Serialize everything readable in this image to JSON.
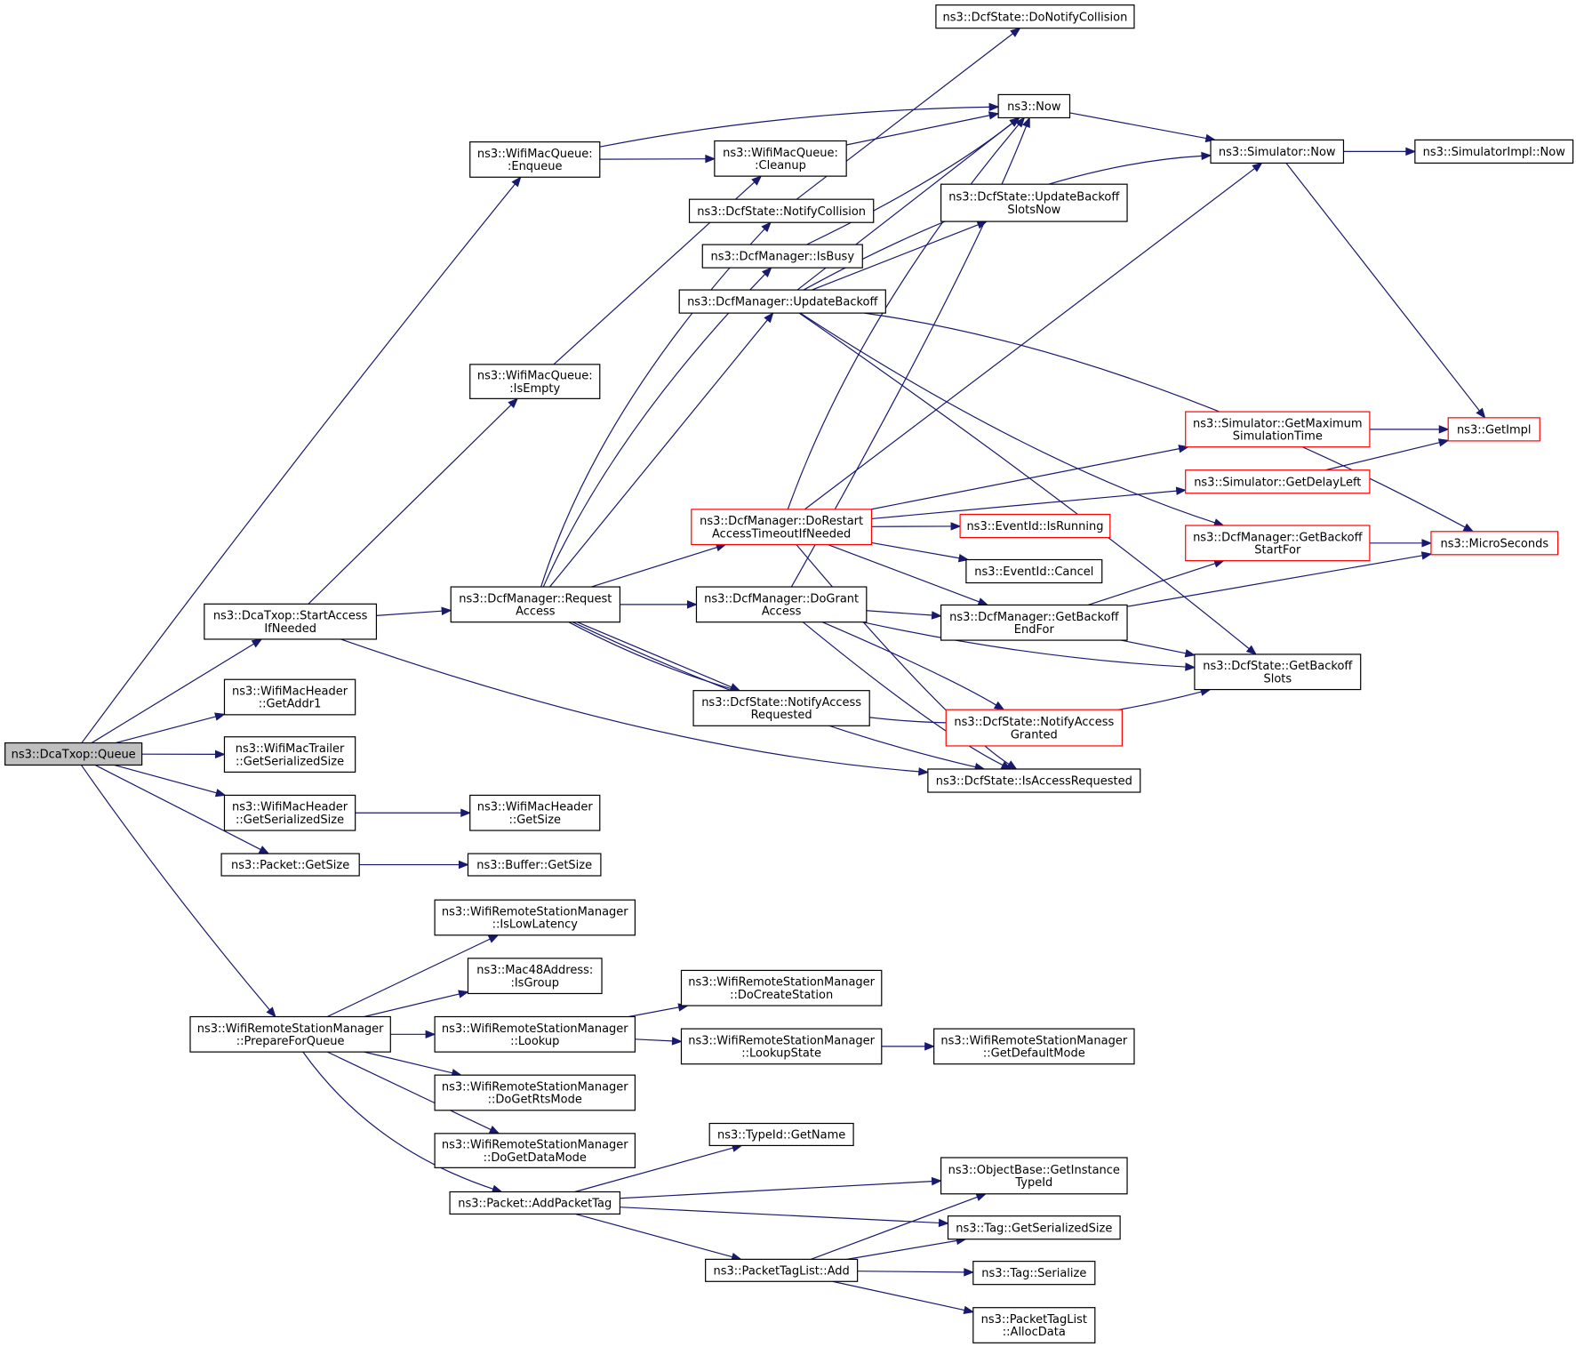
{
  "nodes": [
    {
      "id": "queue",
      "lines": [
        "ns3::DcaTxop::Queue"
      ],
      "style": "root"
    },
    {
      "id": "wmq_enqueue",
      "lines": [
        "ns3::WifiMacQueue:",
        ":Enqueue"
      ]
    },
    {
      "id": "wmq_isempty",
      "lines": [
        "ns3::WifiMacQueue:",
        ":IsEmpty"
      ]
    },
    {
      "id": "start_access",
      "lines": [
        "ns3::DcaTxop::StartAccess",
        "IfNeeded"
      ]
    },
    {
      "id": "getaddr1",
      "lines": [
        "ns3::WifiMacHeader",
        "::GetAddr1"
      ]
    },
    {
      "id": "trailer_size",
      "lines": [
        "ns3::WifiMacTrailer",
        "::GetSerializedSize"
      ]
    },
    {
      "id": "header_size",
      "lines": [
        "ns3::WifiMacHeader",
        "::GetSerializedSize"
      ]
    },
    {
      "id": "packet_getsize",
      "lines": [
        "ns3::Packet::GetSize"
      ]
    },
    {
      "id": "prepare_queue",
      "lines": [
        "ns3::WifiRemoteStationManager",
        "::PrepareForQueue"
      ]
    },
    {
      "id": "wmq_cleanup",
      "lines": [
        "ns3::WifiMacQueue:",
        ":Cleanup"
      ]
    },
    {
      "id": "notify_collision",
      "lines": [
        "ns3::DcfState::NotifyCollision"
      ]
    },
    {
      "id": "is_busy",
      "lines": [
        "ns3::DcfManager::IsBusy"
      ]
    },
    {
      "id": "update_backoff",
      "lines": [
        "ns3::DcfManager::UpdateBackoff"
      ]
    },
    {
      "id": "request_access",
      "lines": [
        "ns3::DcfManager::Request",
        "Access"
      ]
    },
    {
      "id": "do_restart",
      "lines": [
        "ns3::DcfManager::DoRestart",
        "AccessTimeoutIfNeeded"
      ],
      "style": "trunc"
    },
    {
      "id": "do_grant",
      "lines": [
        "ns3::DcfManager::DoGrant",
        "Access"
      ]
    },
    {
      "id": "notify_access_req",
      "lines": [
        "ns3::DcfState::NotifyAccess",
        "Requested"
      ]
    },
    {
      "id": "header_getsize",
      "lines": [
        "ns3::WifiMacHeader",
        "::GetSize"
      ]
    },
    {
      "id": "buffer_getsize",
      "lines": [
        "ns3::Buffer::GetSize"
      ]
    },
    {
      "id": "is_low_latency",
      "lines": [
        "ns3::WifiRemoteStationManager",
        "::IsLowLatency"
      ]
    },
    {
      "id": "is_group",
      "lines": [
        "ns3::Mac48Address:",
        ":IsGroup"
      ]
    },
    {
      "id": "lookup",
      "lines": [
        "ns3::WifiRemoteStationManager",
        "::Lookup"
      ]
    },
    {
      "id": "do_get_rts",
      "lines": [
        "ns3::WifiRemoteStationManager",
        "::DoGetRtsMode"
      ]
    },
    {
      "id": "do_get_data",
      "lines": [
        "ns3::WifiRemoteStationManager",
        "::DoGetDataMode"
      ]
    },
    {
      "id": "add_packet_tag",
      "lines": [
        "ns3::Packet::AddPacketTag"
      ]
    },
    {
      "id": "do_create_station",
      "lines": [
        "ns3::WifiRemoteStationManager",
        "::DoCreateStation"
      ]
    },
    {
      "id": "lookup_state",
      "lines": [
        "ns3::WifiRemoteStationManager",
        "::LookupState"
      ]
    },
    {
      "id": "typeid_getname",
      "lines": [
        "ns3::TypeId::GetName"
      ]
    },
    {
      "id": "packettaglist_add",
      "lines": [
        "ns3::PacketTagList::Add"
      ]
    },
    {
      "id": "do_notify_collision",
      "lines": [
        "ns3::DcfState::DoNotifyCollision"
      ]
    },
    {
      "id": "ns3_now",
      "lines": [
        "ns3::Now"
      ]
    },
    {
      "id": "update_backoff_slots",
      "lines": [
        "ns3::DcfState::UpdateBackoff",
        "SlotsNow"
      ]
    },
    {
      "id": "eventid_isrunning",
      "lines": [
        "ns3::EventId::IsRunning"
      ],
      "style": "trunc"
    },
    {
      "id": "eventid_cancel",
      "lines": [
        "ns3::EventId::Cancel"
      ]
    },
    {
      "id": "get_backoff_endfor",
      "lines": [
        "ns3::DcfManager::GetBackoff",
        "EndFor"
      ]
    },
    {
      "id": "notify_access_granted",
      "lines": [
        "ns3::DcfState::NotifyAccess",
        "Granted"
      ],
      "style": "trunc"
    },
    {
      "id": "is_access_requested",
      "lines": [
        "ns3::DcfState::IsAccessRequested"
      ]
    },
    {
      "id": "get_default_mode",
      "lines": [
        "ns3::WifiRemoteStationManager",
        "::GetDefaultMode"
      ]
    },
    {
      "id": "get_instance_typeid",
      "lines": [
        "ns3::ObjectBase::GetInstance",
        "TypeId"
      ]
    },
    {
      "id": "tag_serialized_size",
      "lines": [
        "ns3::Tag::GetSerializedSize"
      ]
    },
    {
      "id": "tag_serialize",
      "lines": [
        "ns3::Tag::Serialize"
      ]
    },
    {
      "id": "ptl_allocdata",
      "lines": [
        "ns3::PacketTagList",
        "::AllocData"
      ]
    },
    {
      "id": "simulator_now",
      "lines": [
        "ns3::Simulator::Now"
      ]
    },
    {
      "id": "sim_get_max_time",
      "lines": [
        "ns3::Simulator::GetMaximum",
        "SimulationTime"
      ],
      "style": "trunc"
    },
    {
      "id": "sim_get_delay_left",
      "lines": [
        "ns3::Simulator::GetDelayLeft"
      ],
      "style": "trunc"
    },
    {
      "id": "get_backoff_startfor",
      "lines": [
        "ns3::DcfManager::GetBackoff",
        "StartFor"
      ],
      "style": "trunc"
    },
    {
      "id": "get_backoff_slots",
      "lines": [
        "ns3::DcfState::GetBackoff",
        "Slots"
      ]
    },
    {
      "id": "simimpl_now",
      "lines": [
        "ns3::SimulatorImpl::Now"
      ]
    },
    {
      "id": "get_impl",
      "lines": [
        "ns3::GetImpl"
      ],
      "style": "trunc"
    },
    {
      "id": "microseconds",
      "lines": [
        "ns3::MicroSeconds"
      ],
      "style": "trunc"
    }
  ],
  "edges": [
    [
      "queue",
      "wmq_enqueue"
    ],
    [
      "queue",
      "start_access"
    ],
    [
      "queue",
      "getaddr1"
    ],
    [
      "queue",
      "trailer_size"
    ],
    [
      "queue",
      "header_size"
    ],
    [
      "queue",
      "packet_getsize"
    ],
    [
      "queue",
      "prepare_queue"
    ],
    [
      "wmq_enqueue",
      "ns3_now"
    ],
    [
      "wmq_enqueue",
      "wmq_cleanup"
    ],
    [
      "wmq_isempty",
      "wmq_cleanup"
    ],
    [
      "wmq_cleanup",
      "ns3_now"
    ],
    [
      "start_access",
      "wmq_isempty"
    ],
    [
      "start_access",
      "request_access"
    ],
    [
      "start_access",
      "is_access_requested"
    ],
    [
      "header_size",
      "header_getsize"
    ],
    [
      "packet_getsize",
      "buffer_getsize"
    ],
    [
      "notify_collision",
      "do_notify_collision"
    ],
    [
      "is_busy",
      "ns3_now"
    ],
    [
      "update_backoff",
      "ns3_now"
    ],
    [
      "update_backoff",
      "simulator_now"
    ],
    [
      "update_backoff",
      "update_backoff_slots"
    ],
    [
      "update_backoff",
      "get_backoff_startfor"
    ],
    [
      "update_backoff",
      "get_backoff_slots"
    ],
    [
      "update_backoff",
      "microseconds"
    ],
    [
      "request_access",
      "notify_collision"
    ],
    [
      "request_access",
      "is_busy"
    ],
    [
      "request_access",
      "update_backoff"
    ],
    [
      "request_access",
      "do_restart"
    ],
    [
      "request_access",
      "do_grant"
    ],
    [
      "request_access",
      "notify_access_req"
    ],
    [
      "request_access",
      "is_access_requested"
    ],
    [
      "request_access",
      "get_backoff_slots"
    ],
    [
      "do_restart",
      "ns3_now"
    ],
    [
      "do_restart",
      "simulator_now"
    ],
    [
      "do_restart",
      "sim_get_max_time"
    ],
    [
      "do_restart",
      "sim_get_delay_left"
    ],
    [
      "do_restart",
      "eventid_isrunning"
    ],
    [
      "do_restart",
      "eventid_cancel"
    ],
    [
      "do_restart",
      "get_backoff_endfor"
    ],
    [
      "do_restart",
      "is_access_requested"
    ],
    [
      "do_grant",
      "ns3_now"
    ],
    [
      "do_grant",
      "get_backoff_endfor"
    ],
    [
      "do_grant",
      "get_backoff_slots"
    ],
    [
      "do_grant",
      "notify_access_granted"
    ],
    [
      "do_grant",
      "is_access_requested"
    ],
    [
      "ns3_now",
      "simulator_now"
    ],
    [
      "simulator_now",
      "simimpl_now"
    ],
    [
      "simulator_now",
      "get_impl"
    ],
    [
      "sim_get_max_time",
      "get_impl"
    ],
    [
      "sim_get_delay_left",
      "get_impl"
    ],
    [
      "get_backoff_startfor",
      "microseconds"
    ],
    [
      "get_backoff_endfor",
      "get_backoff_startfor"
    ],
    [
      "get_backoff_endfor",
      "get_backoff_slots"
    ],
    [
      "get_backoff_endfor",
      "microseconds"
    ],
    [
      "prepare_queue",
      "is_low_latency"
    ],
    [
      "prepare_queue",
      "is_group"
    ],
    [
      "prepare_queue",
      "lookup"
    ],
    [
      "prepare_queue",
      "do_get_rts"
    ],
    [
      "prepare_queue",
      "do_get_data"
    ],
    [
      "prepare_queue",
      "add_packet_tag"
    ],
    [
      "lookup",
      "do_create_station"
    ],
    [
      "lookup",
      "lookup_state"
    ],
    [
      "lookup_state",
      "get_default_mode"
    ],
    [
      "add_packet_tag",
      "typeid_getname"
    ],
    [
      "add_packet_tag",
      "get_instance_typeid"
    ],
    [
      "add_packet_tag",
      "tag_serialized_size"
    ],
    [
      "add_packet_tag",
      "packettaglist_add"
    ],
    [
      "packettaglist_add",
      "get_instance_typeid"
    ],
    [
      "packettaglist_add",
      "tag_serialized_size"
    ],
    [
      "packettaglist_add",
      "tag_serialize"
    ],
    [
      "packettaglist_add",
      "ptl_allocdata"
    ]
  ]
}
